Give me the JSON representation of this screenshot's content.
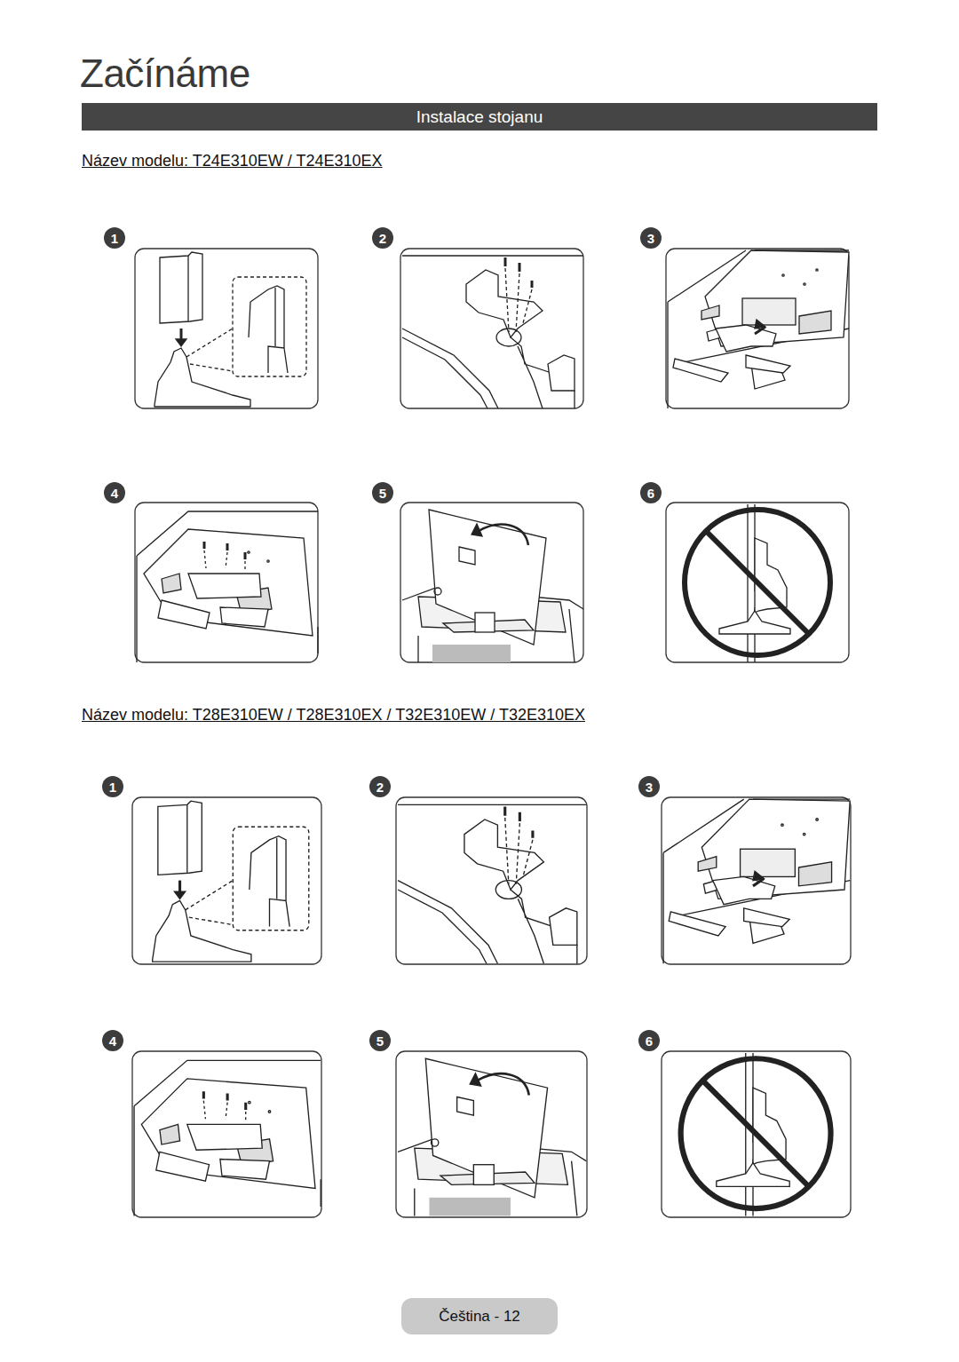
{
  "diagram": {
    "title": "Začínáme",
    "nodes": [
      {
        "text": [
          "Instalace stojanu"
        ]
      },
      {
        "text": [
          "1"
        ]
      },
      {
        "text": [
          "2"
        ]
      },
      {
        "text": [
          "3"
        ]
      },
      {
        "text": [
          "4"
        ]
      },
      {
        "text": [
          "5"
        ]
      },
      {
        "text": [
          "6"
        ]
      },
      {
        "text": [
          "1"
        ]
      },
      {
        "text": [
          "2"
        ]
      },
      {
        "text": [
          "3"
        ]
      },
      {
        "text": [
          "4"
        ]
      },
      {
        "text": [
          "5"
        ]
      },
      {
        "text": [
          "6"
        ]
      },
      {
        "text": [
          "Čeština - 12"
        ]
      }
    ],
    "labels": [
      "Název modelu: T24E310EW / T24E310EX",
      "Název modelu: T28E310EW / T28E310EX / T32E310EW / T32E310EX"
    ]
  }
}
